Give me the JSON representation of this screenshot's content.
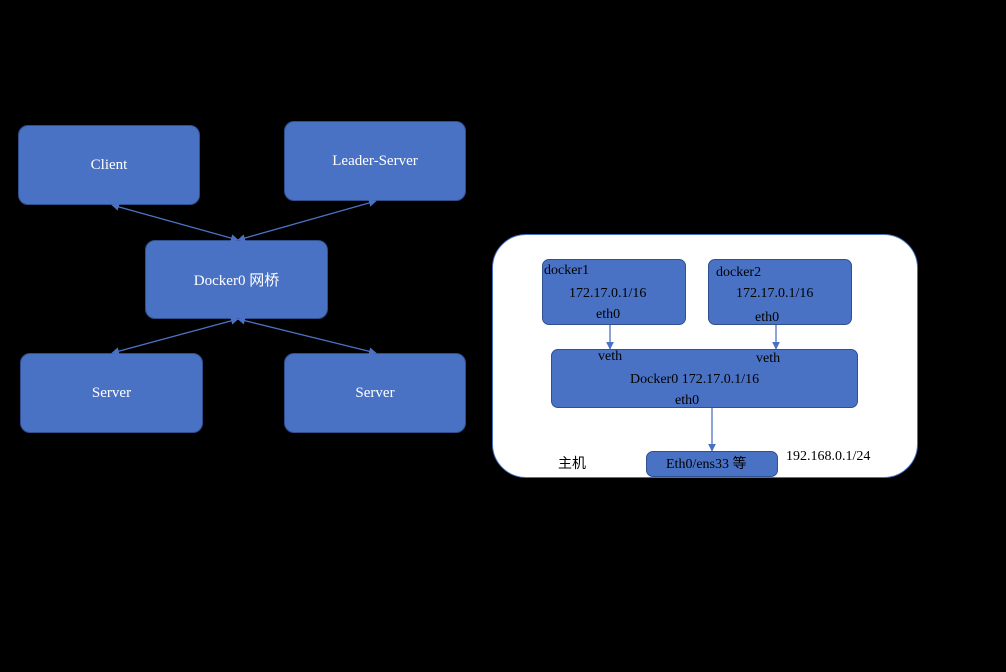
{
  "cluster": {
    "client": "Client",
    "leader": "Leader-Server",
    "bridge": "Docker0 网桥",
    "server_left": "Server",
    "server_right": "Server"
  },
  "host": {
    "label": "主机",
    "docker1": {
      "name": "docker1",
      "ip": "172.17.0.1/16",
      "iface": "eth0"
    },
    "docker2": {
      "name": "docker2",
      "ip": "172.17.0.1/16",
      "iface": "eth0"
    },
    "veth_left": "veth",
    "veth_right": "veth",
    "docker0": "Docker0 172.17.0.1/16",
    "docker0_iface": "eth0",
    "nic": "Eth0/ens33 等",
    "nic_ip": "192.168.0.1/24"
  },
  "colors": {
    "node_fill": "#4a72c4",
    "line": "#4a72c4",
    "background": "#000000"
  }
}
